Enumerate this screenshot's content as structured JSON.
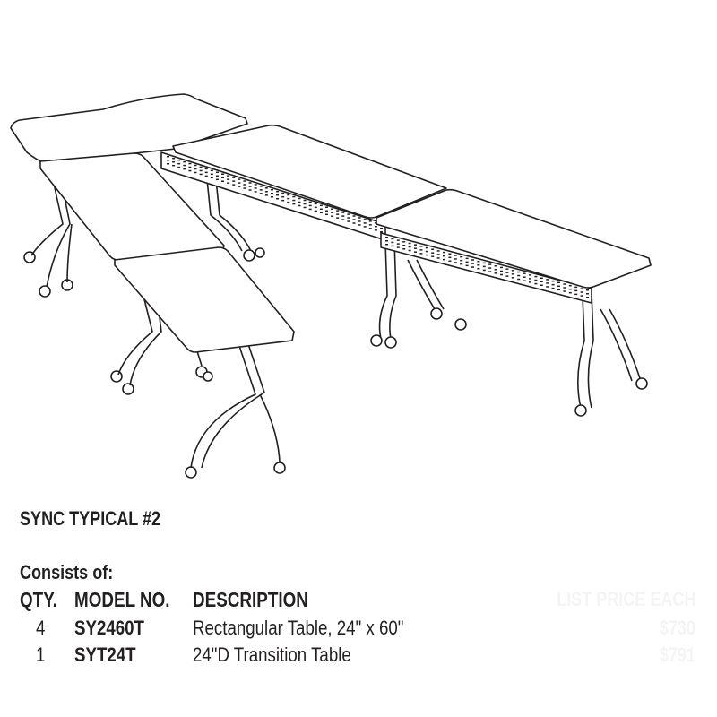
{
  "heading": "SYNC TYPICAL #2",
  "consists_label": "Consists of:",
  "columns": {
    "qty": "QTY.",
    "model": "MODEL NO.",
    "description": "DESCRIPTION",
    "list_price": "LIST PRICE EACH"
  },
  "items": [
    {
      "qty": "4",
      "model": "SY2460T",
      "description": "Rectangular Table, 24\" x 60\"",
      "price": "$730"
    },
    {
      "qty": "1",
      "model": "SYT24T",
      "description": "24\"D Transition Table",
      "price": "$791"
    }
  ],
  "colors": {
    "text": "#231f20",
    "faint_price_text": "#f4f4f4"
  }
}
